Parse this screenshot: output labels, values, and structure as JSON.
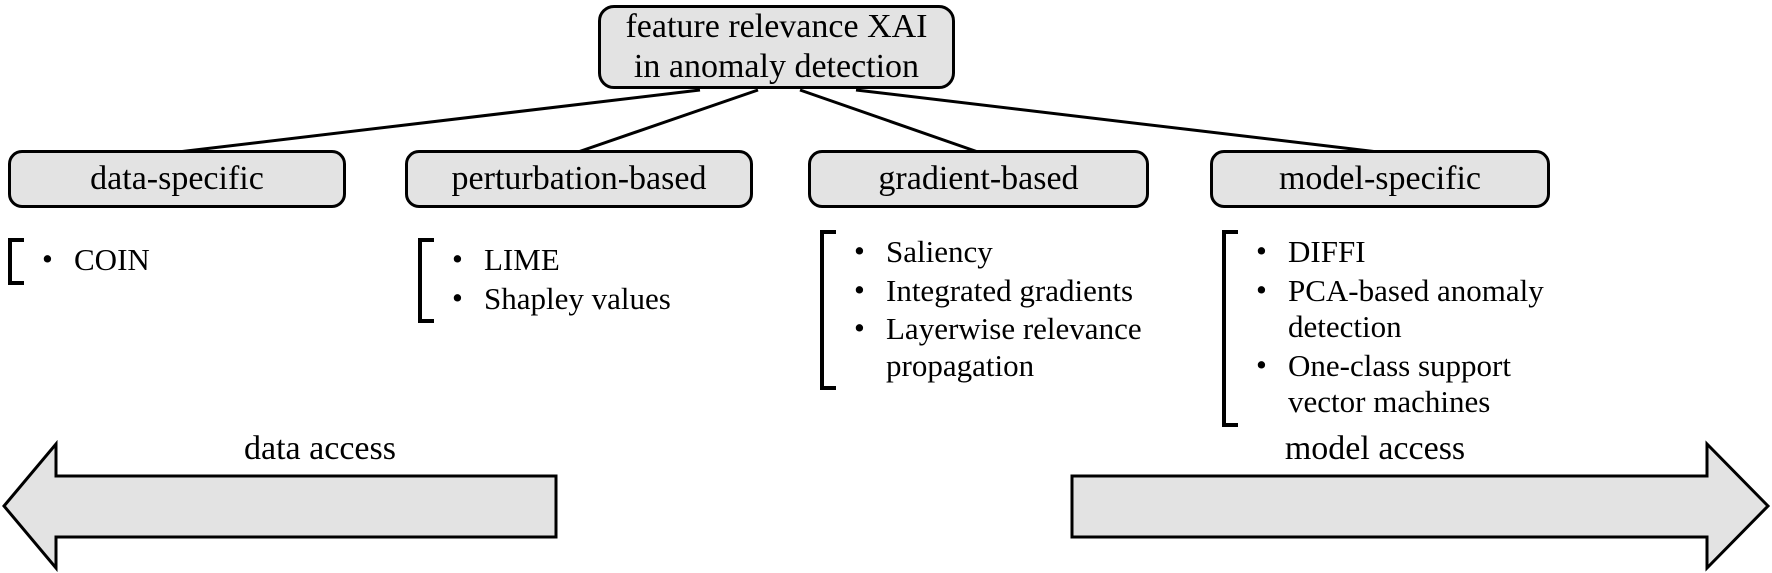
{
  "diagram": {
    "type": "taxonomy-tree",
    "colors": {
      "box_fill": "#e3e3e3",
      "box_border": "#000000",
      "arrow_fill": "#e3e3e3",
      "arrow_border": "#000000",
      "text": "#000000",
      "background": "#ffffff"
    },
    "root": {
      "label": "feature relevance XAI\nin anomaly detection"
    },
    "categories": [
      {
        "id": "data-specific",
        "label": "data-specific",
        "items": [
          "COIN"
        ]
      },
      {
        "id": "perturbation-based",
        "label": "perturbation-based",
        "items": [
          "LIME",
          "Shapley values"
        ]
      },
      {
        "id": "gradient-based",
        "label": "gradient-based",
        "items": [
          "Saliency",
          "Integrated gradients",
          "Layerwise relevance\npropagation"
        ]
      },
      {
        "id": "model-specific",
        "label": "model-specific",
        "items": [
          "DIFFI",
          "PCA-based anomaly\ndetection",
          "One-class support\nvector machines"
        ]
      }
    ],
    "arrows": [
      {
        "id": "data-access",
        "label": "data access",
        "direction": "left"
      },
      {
        "id": "model-access",
        "label": "model access",
        "direction": "right"
      }
    ]
  }
}
